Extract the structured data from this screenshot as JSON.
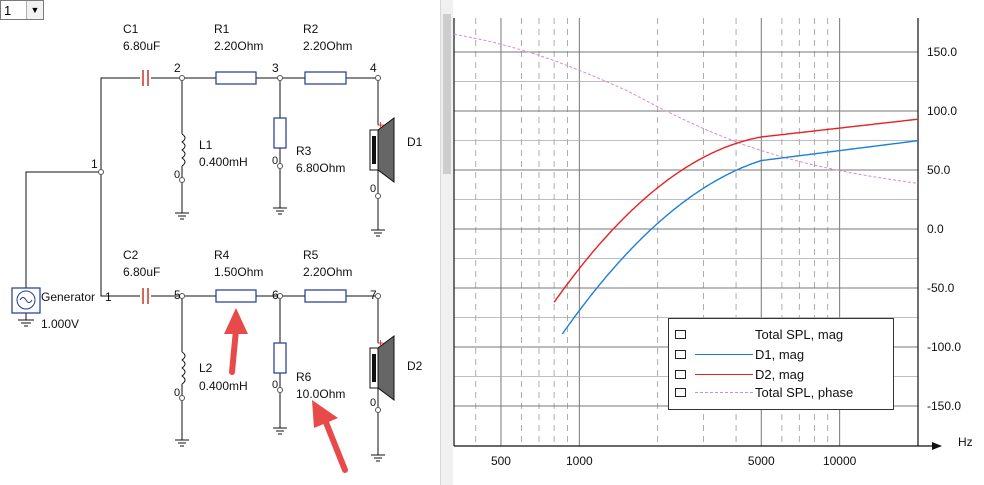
{
  "toolbar": {
    "dropdown_value": "1"
  },
  "schematic": {
    "nodes": [
      "1",
      "2",
      "3",
      "4",
      "5",
      "6",
      "7",
      "1",
      "0",
      "0",
      "0",
      "0",
      "0",
      "0"
    ],
    "components": {
      "c1": {
        "name": "C1",
        "value": "6.80uF"
      },
      "r1": {
        "name": "R1",
        "value": "2.20Ohm"
      },
      "r2": {
        "name": "R2",
        "value": "2.20Ohm"
      },
      "l1": {
        "name": "L1",
        "value": "0.400mH"
      },
      "r3": {
        "name": "R3",
        "value": "6.80Ohm"
      },
      "d1": {
        "name": "D1"
      },
      "c2": {
        "name": "C2",
        "value": "6.80uF"
      },
      "r4": {
        "name": "R4",
        "value": "1.50Ohm"
      },
      "r5": {
        "name": "R5",
        "value": "2.20Ohm"
      },
      "l2": {
        "name": "L2",
        "value": "0.400mH"
      },
      "r6": {
        "name": "R6",
        "value": "10.0Ohm"
      },
      "d2": {
        "name": "D2"
      },
      "gen": {
        "name": "Generator",
        "value": "1.000V"
      }
    },
    "plus_sign": "+"
  },
  "graph": {
    "x_unit": "Hz",
    "x_ticks": [
      "500",
      "1000",
      "5000",
      "10000"
    ],
    "y_ticks": [
      "150.0",
      "100.0",
      "50.0",
      "0.0",
      "-50.0",
      "-100.0",
      "-150.0"
    ],
    "legend": [
      {
        "label": "Total SPL, mag",
        "color": ""
      },
      {
        "label": "D1, mag",
        "color": "#1e7fd6"
      },
      {
        "label": "D2, mag",
        "color": "#e82020"
      },
      {
        "label": "Total SPL, phase",
        "color": "#d98bd0"
      }
    ]
  },
  "colors": {
    "grid": "#888888",
    "wire": "#111111",
    "component": "#1f3a93",
    "capacitor": "#c0392b",
    "arrow": "#e84a4a"
  }
}
